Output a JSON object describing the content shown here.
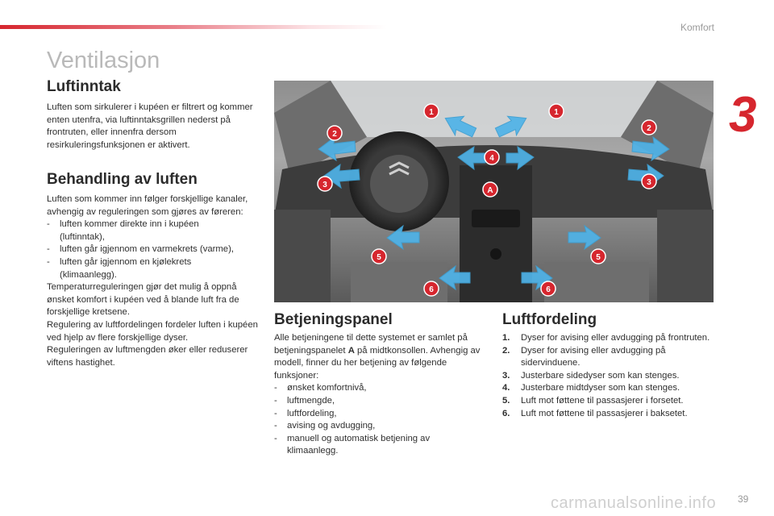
{
  "header": {
    "section": "Komfort",
    "chapter_number": "3"
  },
  "page_title": "Ventilasjon",
  "luftinntak": {
    "heading": "Luftinntak",
    "text": "Luften som sirkulerer i kupéen er filtrert og kommer enten utenfra, via luftinntaksgrillen nederst på frontruten, eller innenfra dersom resirkuleringsfunksjonen er aktivert."
  },
  "behandling": {
    "heading": "Behandling av luften",
    "intro": "Luften som kommer inn følger forskjellige kanaler, avhengig av reguleringen som gjøres av føreren:",
    "items": [
      {
        "dash": "-",
        "text": "luften kommer direkte inn i kupéen",
        "cont": "(luftinntak),"
      },
      {
        "dash": "-",
        "text": "luften går igjennom en varmekrets (varme),"
      },
      {
        "dash": "-",
        "text": "luften går igjennom en kjølekrets",
        "cont": "(klimaanlegg)."
      }
    ],
    "para1": "Temperaturreguleringen gjør det mulig å oppnå ønsket komfort i kupéen ved å blande luft fra de forskjellige kretsene.",
    "para2": "Regulering av luftfordelingen fordeler luften i kupéen ved hjelp av flere forskjellige dyser.",
    "para3": "Reguleringen av luftmengden øker eller reduserer viftens hastighet."
  },
  "betjeningspanel": {
    "heading": "Betjeningspanel",
    "intro_a": "Alle betjeningene til dette systemet er samlet på betjeningspanelet ",
    "intro_bold": "A",
    "intro_b": " på midtkonsollen. Avhengig av modell, finner du her betjening av følgende funksjoner:",
    "items": [
      {
        "dash": "-",
        "text": "ønsket komfortnivå,"
      },
      {
        "dash": "-",
        "text": "luftmengde,"
      },
      {
        "dash": "-",
        "text": "luftfordeling,"
      },
      {
        "dash": "-",
        "text": "avising og avdugging,"
      },
      {
        "dash": "-",
        "text": "manuell og automatisk betjening av",
        "cont": "klimaanlegg."
      }
    ]
  },
  "luftfordeling": {
    "heading": "Luftfordeling",
    "items": [
      {
        "n": "1.",
        "text": "Dyser for avising eller avdugging på frontruten."
      },
      {
        "n": "2.",
        "text": "Dyser for avising eller avdugging på sidervinduene."
      },
      {
        "n": "3.",
        "text": "Justerbare sidedyser som kan stenges."
      },
      {
        "n": "4.",
        "text": "Justerbare midtdyser som kan stenges."
      },
      {
        "n": "5.",
        "text": "Luft mot føttene til passasjerer i forsetet."
      },
      {
        "n": "6.",
        "text": "Luft mot føttene til passasjerer i baksetet."
      }
    ]
  },
  "figure": {
    "markers": [
      "1",
      "1",
      "2",
      "2",
      "3",
      "3",
      "4",
      "A",
      "5",
      "5",
      "6",
      "6"
    ]
  },
  "footer": {
    "page_number": "39",
    "watermark": "carmanualsonline.info"
  },
  "colors": {
    "accent": "#d6262e",
    "arrow": "#4fb3e8"
  }
}
